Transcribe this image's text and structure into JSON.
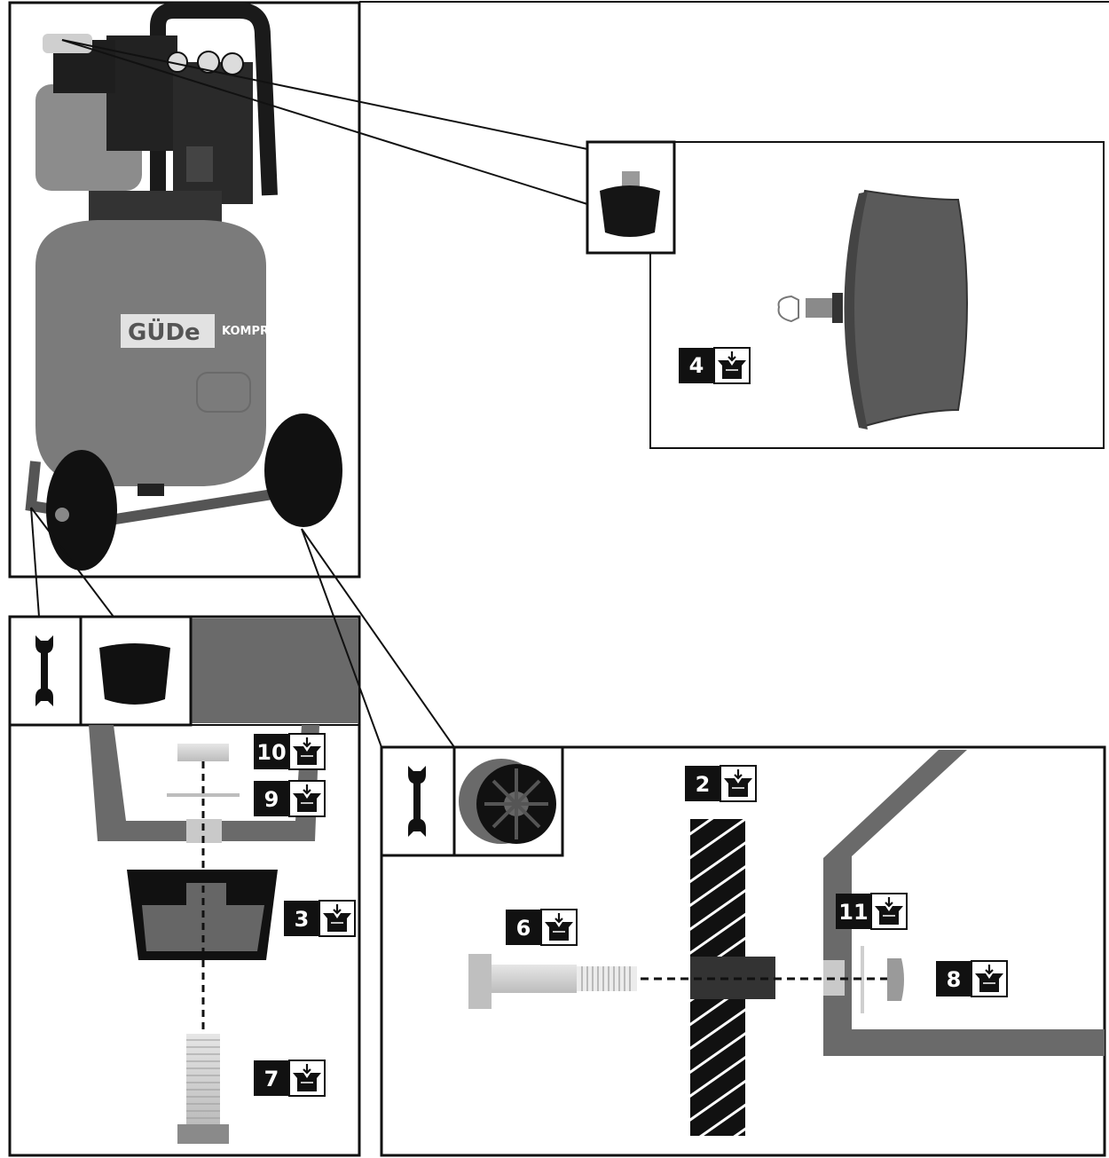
{
  "brand": {
    "logo_text": "GÜDe",
    "model_text": "KOMPRE"
  },
  "colors": {
    "outline": "#111111",
    "part_gray": "#5a5a5a",
    "light_gray": "#bdbdbd",
    "frame_gray": "#6e6e6e"
  },
  "icons": {
    "tool": "wrench-icon",
    "parts": "parts-box-icon"
  },
  "parts": {
    "p4": "4",
    "p10": "10",
    "p9": "9",
    "p3": "3",
    "p7": "7",
    "p2": "2",
    "p6": "6",
    "p11": "11",
    "p8": "8"
  }
}
